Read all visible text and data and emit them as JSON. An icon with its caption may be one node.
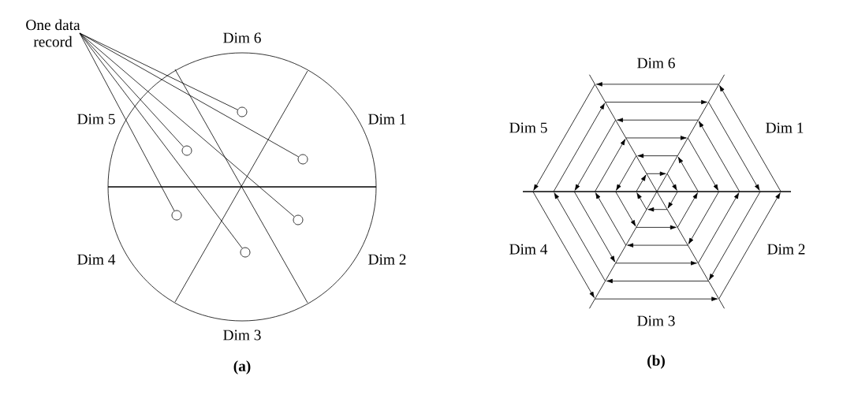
{
  "diagram": {
    "nodes": [
      {
        "text": [
          "One data record"
        ]
      },
      {
        "text": [],
        "shape": "circle"
      },
      {
        "text": [],
        "shape": "circle"
      },
      {
        "text": [],
        "shape": "circle"
      },
      {
        "text": [],
        "shape": "circle"
      },
      {
        "text": [],
        "shape": "circle"
      },
      {
        "text": [],
        "shape": "circle"
      }
    ],
    "edges": [
      {
        "from": 0,
        "to": 1,
        "arrow": "none"
      },
      {
        "from": 0,
        "to": 2,
        "arrow": "none"
      },
      {
        "from": 0,
        "to": 3,
        "arrow": "none"
      },
      {
        "from": 0,
        "to": 4,
        "arrow": "none"
      },
      {
        "from": 0,
        "to": 5,
        "arrow": "none"
      },
      {
        "from": 0,
        "to": 6,
        "arrow": "none"
      }
    ],
    "labels": [
      "Dim 6",
      "Dim 5",
      "Dim 1",
      "Dim 4",
      "Dim 2",
      "Dim 3",
      "(a)",
      "Dim 6",
      "Dim 5",
      "Dim 1",
      "Dim 4",
      "Dim 2",
      "Dim 3",
      "(b)"
    ]
  }
}
